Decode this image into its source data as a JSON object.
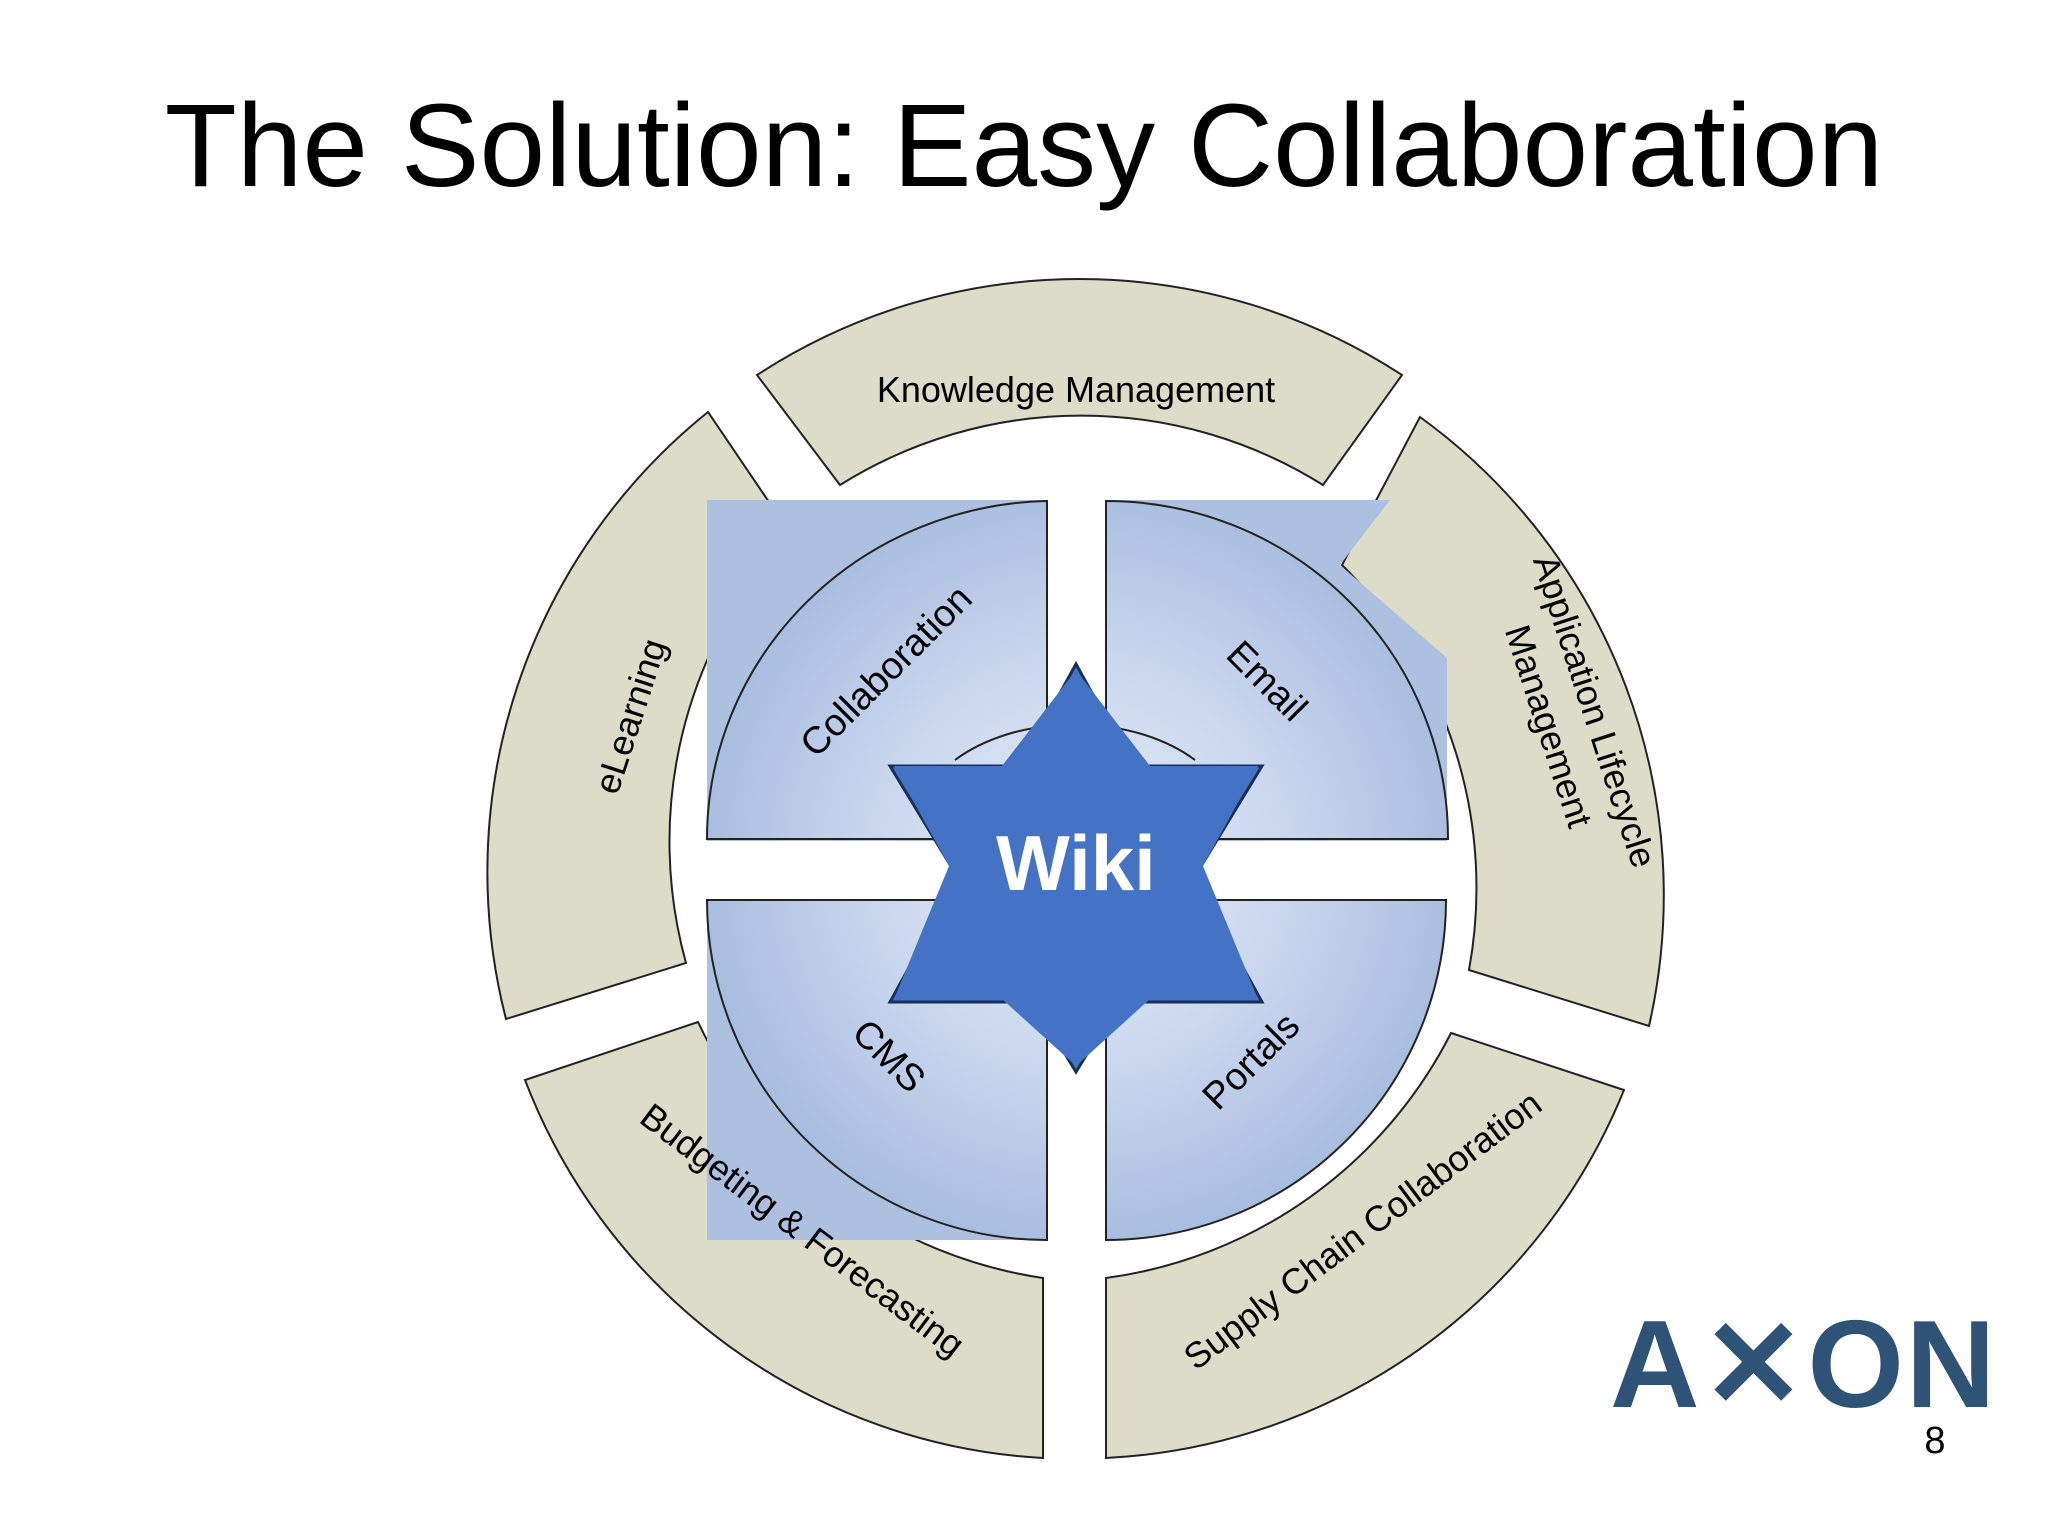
{
  "slide": {
    "title": "The Solution: Easy Collaboration",
    "page_number": "8"
  },
  "diagram": {
    "center_label": "Wiki",
    "inner_segments": [
      "Collaboration",
      "Email",
      "CMS",
      "Portals"
    ],
    "outer_segments": {
      "top": "Knowledge Management",
      "upper_right_line1": "Application Lifecycle",
      "upper_right_line2": "Management",
      "lower_right": "Supply Chain Collaboration",
      "lower_left": "Budgeting & Forecasting",
      "upper_left": "eLearning"
    },
    "colors": {
      "outer_ring": "#dcdcc9",
      "inner_panel": "#aec0e0",
      "inner_light": "#d8e2f2",
      "star": "#4472c4",
      "center_text": "#ffffff"
    }
  },
  "logo": {
    "text": "A✕ON",
    "color": "#2f5277"
  }
}
